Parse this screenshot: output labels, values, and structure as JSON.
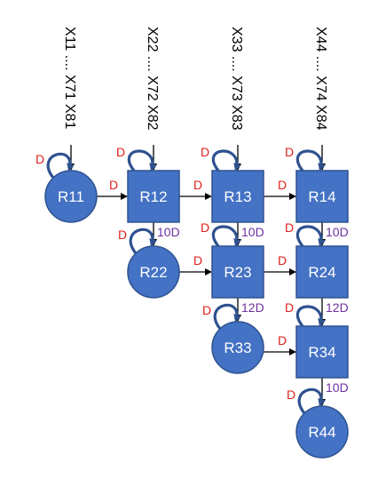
{
  "colors": {
    "node_fill": "#4472c4",
    "node_stroke": "#2f528f",
    "loop": "#2f528f",
    "edge": "#000000",
    "d_label": "#e0201c",
    "mult_label": "#7030a0"
  },
  "inputs": [
    {
      "id": "in1",
      "text": "X11 .... X71 X81"
    },
    {
      "id": "in2",
      "text": "X22 .... X72 X82"
    },
    {
      "id": "in3",
      "text": "X33 .... X73 X83"
    },
    {
      "id": "in4",
      "text": "X44 .... X74 X84"
    }
  ],
  "nodes": [
    {
      "id": "R11",
      "label": "R11",
      "shape": "circle"
    },
    {
      "id": "R12",
      "label": "R12",
      "shape": "square"
    },
    {
      "id": "R13",
      "label": "R13",
      "shape": "square"
    },
    {
      "id": "R14",
      "label": "R14",
      "shape": "square"
    },
    {
      "id": "R22",
      "label": "R22",
      "shape": "circle"
    },
    {
      "id": "R23",
      "label": "R23",
      "shape": "square"
    },
    {
      "id": "R24",
      "label": "R24",
      "shape": "square"
    },
    {
      "id": "R33",
      "label": "R33",
      "shape": "circle"
    },
    {
      "id": "R34",
      "label": "R34",
      "shape": "square"
    },
    {
      "id": "R44",
      "label": "R44",
      "shape": "circle"
    }
  ],
  "edges": [
    {
      "from": "R11",
      "to": "R12",
      "label": "D"
    },
    {
      "from": "R12",
      "to": "R13",
      "label": "D"
    },
    {
      "from": "R13",
      "to": "R14",
      "label": "D"
    },
    {
      "from": "R22",
      "to": "R23",
      "label": "D"
    },
    {
      "from": "R23",
      "to": "R24",
      "label": "D"
    },
    {
      "from": "R33",
      "to": "R34",
      "label": "D"
    },
    {
      "from": "R12",
      "to": "R22",
      "label": "10D"
    },
    {
      "from": "R13",
      "to": "R23",
      "label": "10D"
    },
    {
      "from": "R14",
      "to": "R24",
      "label": "10D"
    },
    {
      "from": "R23",
      "to": "R33",
      "label": "12D"
    },
    {
      "from": "R24",
      "to": "R34",
      "label": "12D"
    },
    {
      "from": "R34",
      "to": "R44",
      "label": "10D"
    }
  ],
  "self_loop_label": "D"
}
